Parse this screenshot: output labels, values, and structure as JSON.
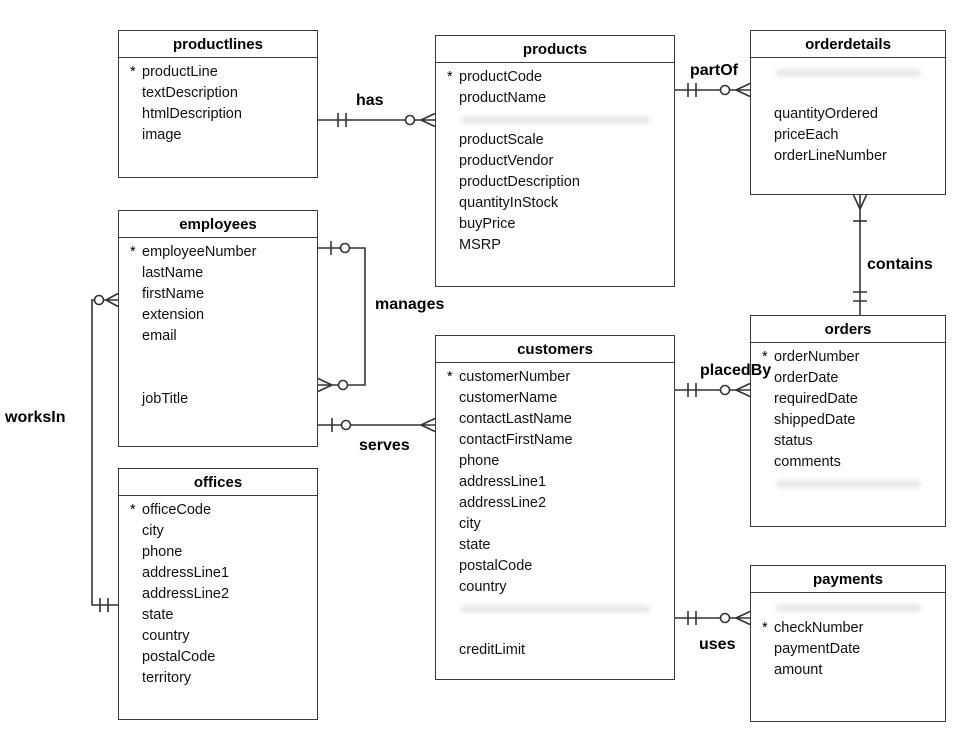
{
  "tables": [
    {
      "name": "productlines",
      "title": "productlines",
      "fields": [
        {
          "label": "productLine",
          "key": true
        },
        {
          "label": "textDescription"
        },
        {
          "label": "htmlDescription"
        },
        {
          "label": "image"
        }
      ]
    },
    {
      "name": "products",
      "title": "products",
      "fields": [
        {
          "label": "productCode",
          "key": true
        },
        {
          "label": "productName"
        },
        {
          "label": "",
          "faded": true
        },
        {
          "label": "productScale"
        },
        {
          "label": "productVendor"
        },
        {
          "label": "productDescription"
        },
        {
          "label": "quantityInStock"
        },
        {
          "label": "buyPrice"
        },
        {
          "label": "MSRP"
        }
      ]
    },
    {
      "name": "orderdetails",
      "title": "orderdetails",
      "fields": [
        {
          "label": "",
          "faded": true
        },
        {
          "label": "",
          "blank": true
        },
        {
          "label": "quantityOrdered"
        },
        {
          "label": "priceEach"
        },
        {
          "label": "orderLineNumber"
        }
      ]
    },
    {
      "name": "employees",
      "title": "employees",
      "fields": [
        {
          "label": "employeeNumber",
          "key": true
        },
        {
          "label": "lastName"
        },
        {
          "label": "firstName"
        },
        {
          "label": "extension"
        },
        {
          "label": "email"
        },
        {
          "label": "",
          "blank": true
        },
        {
          "label": "",
          "blank": true
        },
        {
          "label": "jobTitle"
        }
      ]
    },
    {
      "name": "customers",
      "title": "customers",
      "fields": [
        {
          "label": "customerNumber",
          "key": true
        },
        {
          "label": "customerName"
        },
        {
          "label": "contactLastName"
        },
        {
          "label": "contactFirstName"
        },
        {
          "label": "phone"
        },
        {
          "label": "addressLine1"
        },
        {
          "label": "addressLine2"
        },
        {
          "label": "city"
        },
        {
          "label": "state"
        },
        {
          "label": "postalCode"
        },
        {
          "label": "country"
        },
        {
          "label": "",
          "faded": true
        },
        {
          "label": "",
          "blank": true
        },
        {
          "label": "creditLimit"
        }
      ]
    },
    {
      "name": "orders",
      "title": "orders",
      "fields": [
        {
          "label": "orderNumber",
          "key": true
        },
        {
          "label": "orderDate"
        },
        {
          "label": "requiredDate"
        },
        {
          "label": "shippedDate"
        },
        {
          "label": "status"
        },
        {
          "label": "comments"
        },
        {
          "label": "",
          "faded": true
        }
      ]
    },
    {
      "name": "offices",
      "title": "offices",
      "fields": [
        {
          "label": "officeCode",
          "key": true
        },
        {
          "label": "city"
        },
        {
          "label": "phone"
        },
        {
          "label": "addressLine1"
        },
        {
          "label": "addressLine2"
        },
        {
          "label": "state"
        },
        {
          "label": "country"
        },
        {
          "label": "postalCode"
        },
        {
          "label": "territory"
        }
      ]
    },
    {
      "name": "payments",
      "title": "payments",
      "fields": [
        {
          "label": "",
          "faded": true
        },
        {
          "label": "checkNumber",
          "key": true
        },
        {
          "label": "paymentDate"
        },
        {
          "label": "amount"
        }
      ]
    }
  ],
  "relationships": [
    {
      "label": "has",
      "from": "productlines",
      "to": "products"
    },
    {
      "label": "partOf",
      "from": "products",
      "to": "orderdetails"
    },
    {
      "label": "contains",
      "from": "orders",
      "to": "orderdetails"
    },
    {
      "label": "manages",
      "from": "employees",
      "to": "employees"
    },
    {
      "label": "serves",
      "from": "employees",
      "to": "customers"
    },
    {
      "label": "placedBy",
      "from": "customers",
      "to": "orders"
    },
    {
      "label": "worksIn",
      "from": "offices",
      "to": "employees"
    },
    {
      "label": "uses",
      "from": "customers",
      "to": "payments"
    }
  ]
}
